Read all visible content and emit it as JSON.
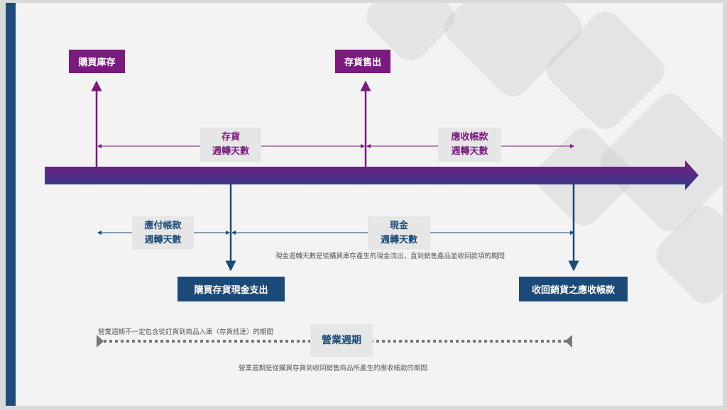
{
  "top_boxes": {
    "purchase_inventory": "購買庫存",
    "inventory_sold": "存貨售出"
  },
  "bottom_boxes": {
    "cash_paid": "購買存貨現金支出",
    "receivables_collected": "收回銷貨之應收帳款"
  },
  "labels": {
    "inventory_days": {
      "line1": "存貨",
      "line2": "週轉天數"
    },
    "receivable_days": {
      "line1": "應收帳款",
      "line2": "週轉天數"
    },
    "payable_days": {
      "line1": "應付帳款",
      "line2": "週轉天數"
    },
    "cash_days": {
      "line1": "現金",
      "line2": "週轉天數"
    },
    "operating_cycle": "營業週期"
  },
  "captions": {
    "cash_cycle": "現金週轉天數是從購買庫存產生的現金流出，直到銷售產品並收回款項的期間",
    "operating_note": "營業週期不一定包含從訂貨到商品入庫（存貨抵達）的期間",
    "operating_def": "營業週期是從購買存貨到收回銷售商品所產生的應收帳款的期間"
  },
  "colors": {
    "purple": "#7b1a7f",
    "blue": "#1b4a78"
  }
}
